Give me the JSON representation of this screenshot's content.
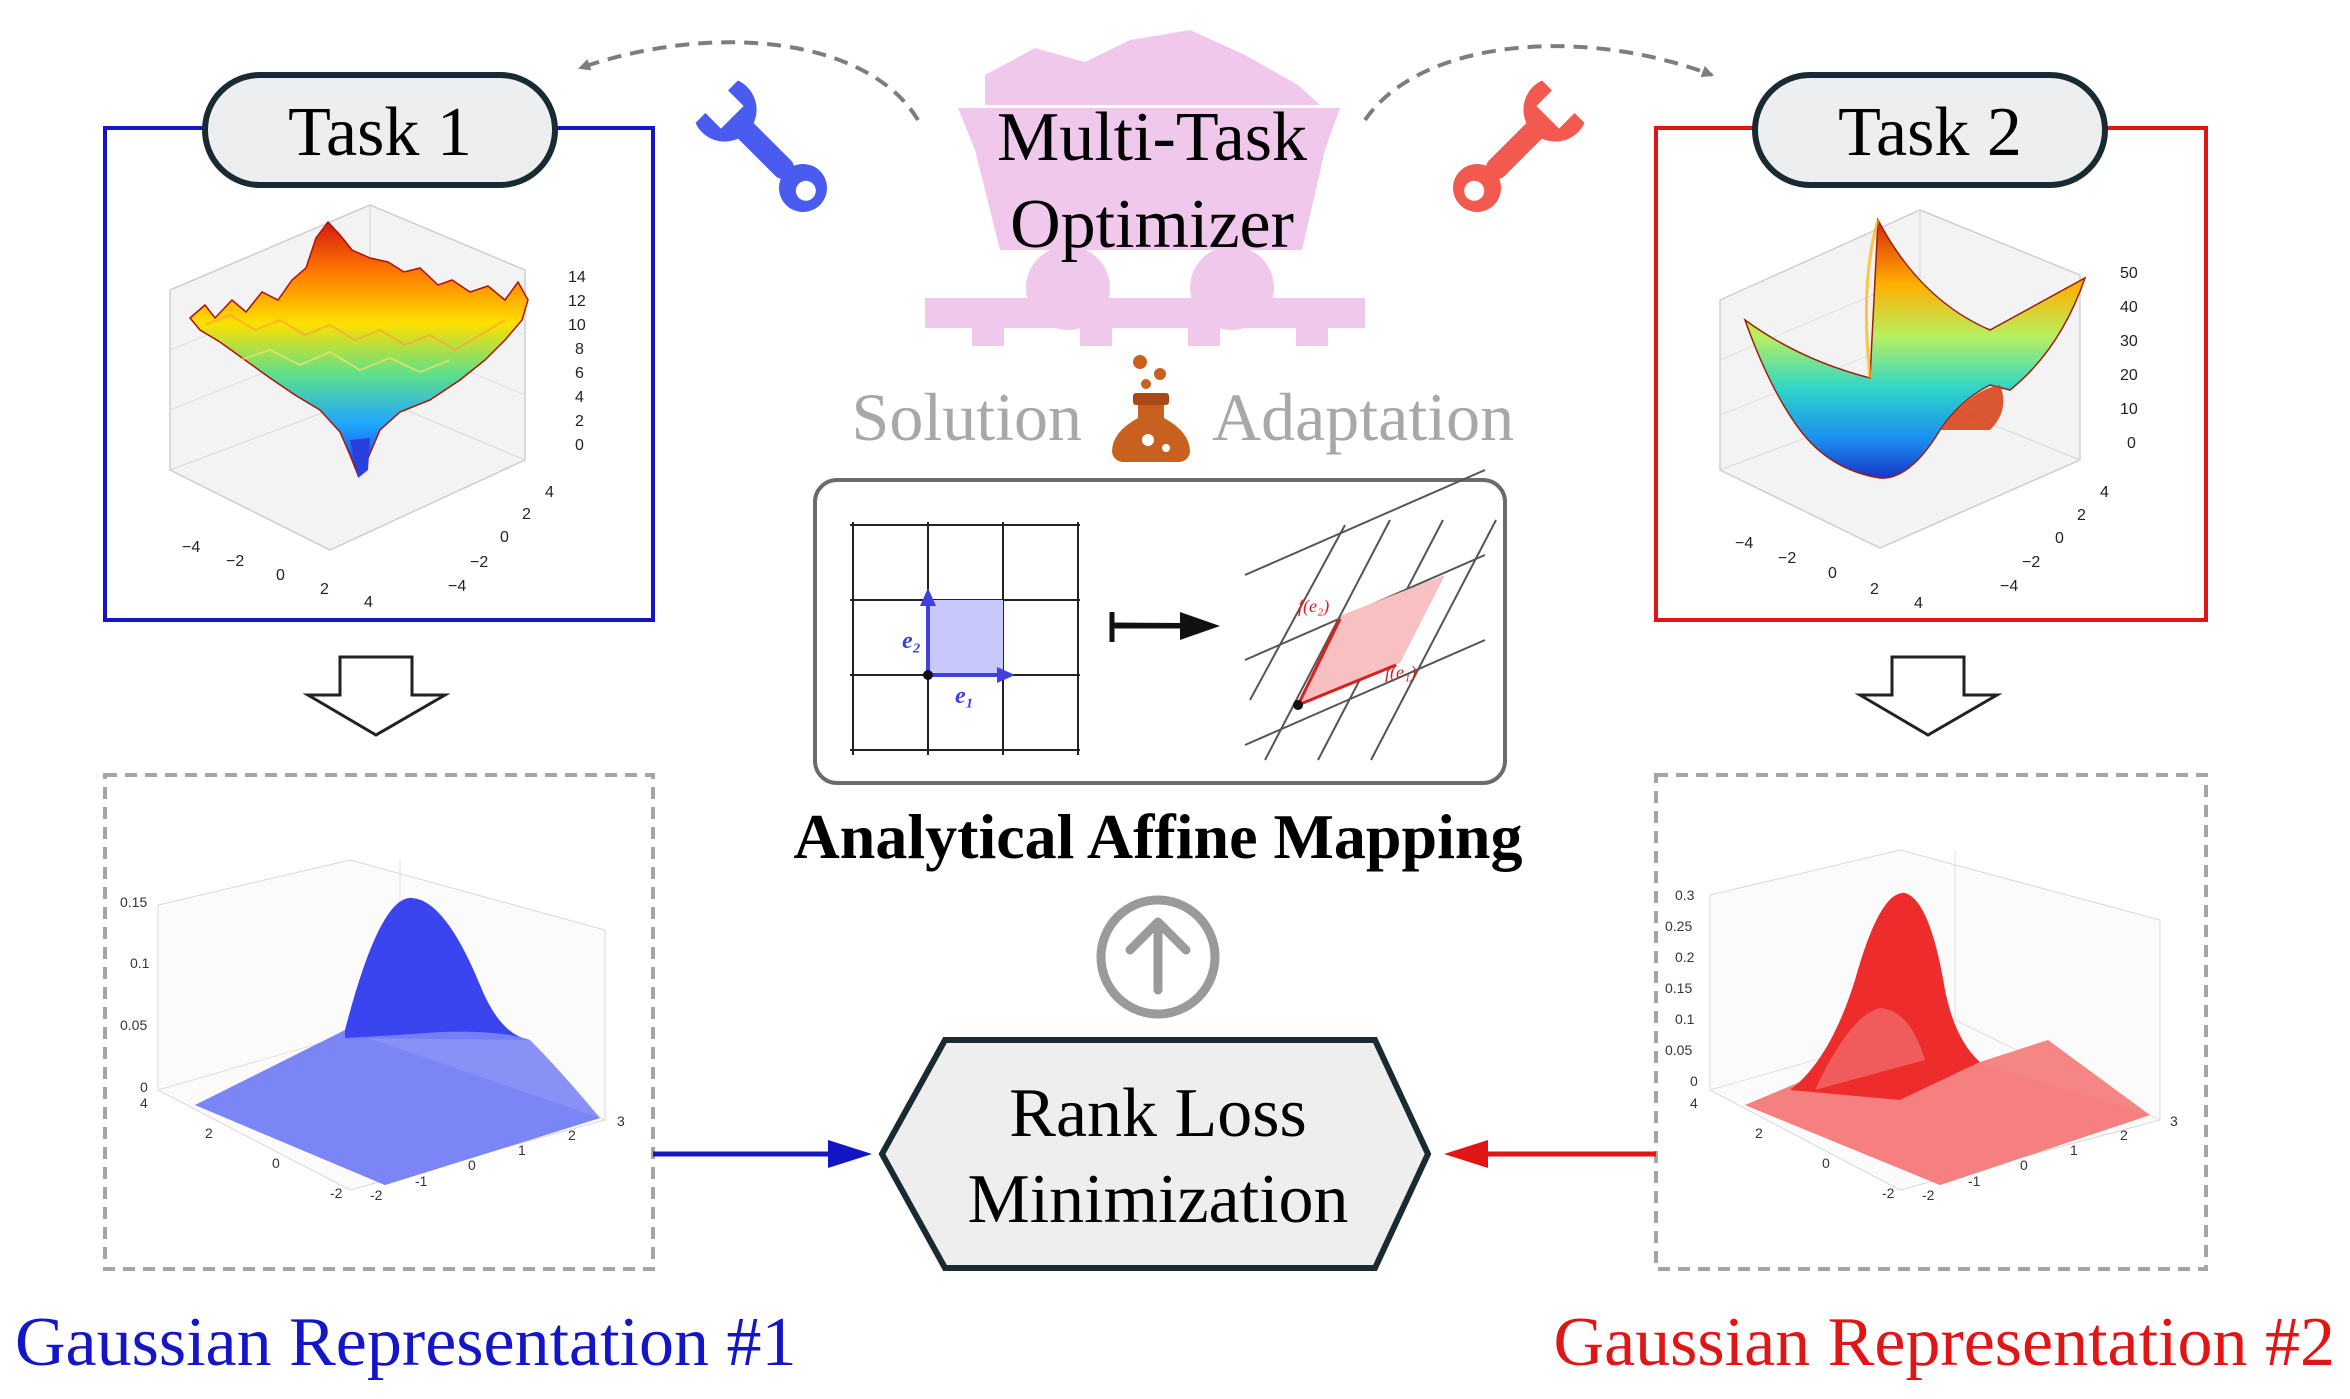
{
  "task1": {
    "label": "Task 1",
    "color": "#1515c8"
  },
  "task2": {
    "label": "Task 2",
    "color": "#e01515"
  },
  "optimizer": {
    "line1": "Multi-Task",
    "line2": "Optimizer"
  },
  "adaptation": {
    "word1": "Solution",
    "word2": "Adaptation"
  },
  "affine": {
    "title": "Analytical Affine Mapping",
    "basis1": "e₁",
    "basis2": "e₂",
    "image1": "f(e₁)",
    "image2": "f(e₂)"
  },
  "rank_loss": {
    "line1": "Rank Loss",
    "line2": "Minimization"
  },
  "gauss1": {
    "caption": "Gaussian Representation #1"
  },
  "gauss2": {
    "caption": "Gaussian Representation #2"
  },
  "plot1_ticks": {
    "z": [
      "14",
      "12",
      "10",
      "8",
      "6",
      "4",
      "2",
      "0"
    ],
    "x": [
      "−4",
      "−2",
      "0",
      "2",
      "4"
    ],
    "y": [
      "4",
      "2",
      "0",
      "−2",
      "−4"
    ]
  },
  "plot2_ticks": {
    "z": [
      "50",
      "40",
      "30",
      "20",
      "10",
      "0"
    ],
    "x": [
      "−4",
      "−2",
      "0",
      "2",
      "4"
    ],
    "y": [
      "4",
      "2",
      "0",
      "−2",
      "−4"
    ]
  },
  "gauss1_ticks": {
    "z": [
      "0.15",
      "0.1",
      "0.05",
      "0"
    ],
    "x": [
      "4",
      "2",
      "0",
      "-2"
    ],
    "y": [
      "-2",
      "-1",
      "0",
      "1",
      "2",
      "3"
    ]
  },
  "gauss2_ticks": {
    "z": [
      "0.3",
      "0.25",
      "0.2",
      "0.15",
      "0.1",
      "0.05",
      "0"
    ],
    "x": [
      "4",
      "2",
      "0",
      "-2"
    ],
    "y": [
      "-2",
      "-1",
      "0",
      "1",
      "2",
      "3"
    ]
  }
}
